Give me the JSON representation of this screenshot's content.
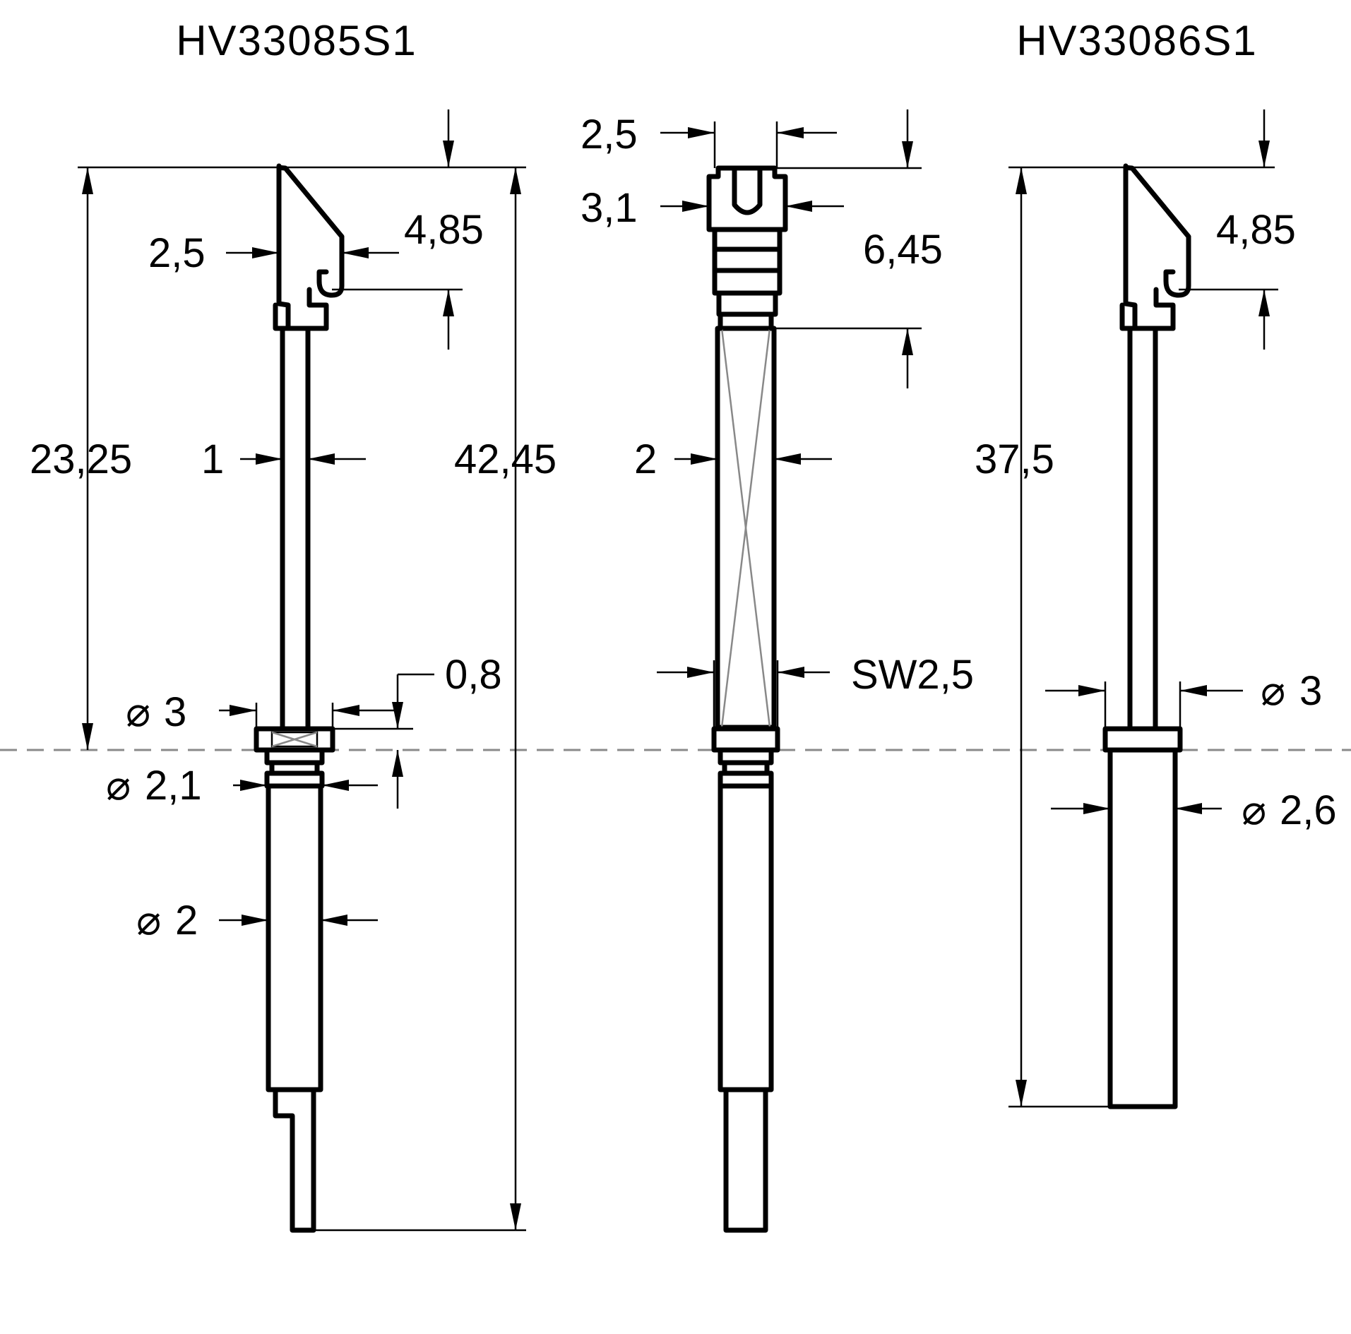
{
  "titles": {
    "left": "HV33085S1",
    "right": "HV33086S1"
  },
  "dims": {
    "left": {
      "head_width": "2,5",
      "hook_height": "4,85",
      "length_to_collar": "23,25",
      "shaft_dia": "1",
      "total_length": "42,45",
      "collar_thickness": "0,8",
      "collar_dia": "3",
      "groove_dia": "2,1",
      "body_dia": "2"
    },
    "middle": {
      "slot_width": "2,5",
      "head_dia": "3,1",
      "head_length": "6,45",
      "shaft_dia": "2",
      "wrench_size": "SW2,5"
    },
    "right": {
      "hook_height": "4,85",
      "total_length": "37,5",
      "collar_dia": "3",
      "body_dia": "2,6"
    }
  },
  "symbols": {
    "diameter": "⌀"
  },
  "colors": {
    "line": "#000000",
    "centerline": "#8a8a8a",
    "hatch": "#888888"
  }
}
